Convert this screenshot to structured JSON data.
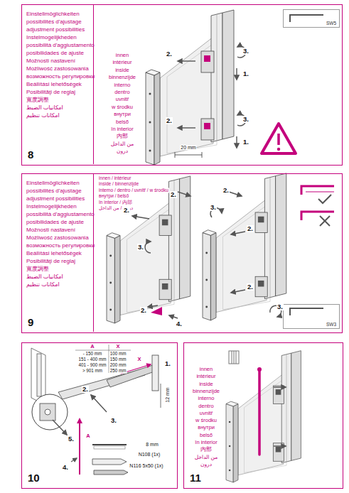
{
  "diagram": {
    "nodes": [
      {
        "text": [
          "8"
        ]
      },
      {
        "text": [
          "Einstellmöglichkeiten",
          "possibilités d'ajustage",
          "adjustment possibilities",
          "Instelmogelijkheden",
          "possibilità d'aggiustamento",
          "posibilidades de ajuste",
          "Možnosti nastavení",
          "Możliwość zastosowania",
          "возможность регулировки",
          "Beállítási lehetőségek",
          "Posibilităţi de reglaj",
          "寬度調整",
          "امکانیات الضبط",
          "امکانات تنظیم"
        ],
        "in": 0
      },
      {
        "text": [
          "SW5"
        ],
        "in": 0
      },
      {
        "text": [
          "9"
        ]
      },
      {
        "text": [
          "Einstellmöglichkeiten",
          "possibilités d'ajustage",
          "adjustment possibilities",
          "Instelmogelijkheden",
          "possibilità d'aggiustamento",
          "posibilidades de ajuste",
          "Možnosti nastavení",
          "Możliwość zastosowania",
          "возможность регулировки",
          "Beállítási lehetőségek",
          "Posibilităţi de reglaj",
          "寬度調整",
          "امکانیات الضبط",
          "امکانات تنظیم"
        ],
        "in": 3
      },
      {
        "text": [
          "SW3"
        ],
        "in": 3
      },
      {
        "text": [
          "10"
        ]
      },
      {
        "text": [
          "11"
        ]
      }
    ],
    "labels": [
      "innen",
      "intérieur",
      "inside",
      "binnenzijde",
      "interno",
      "dentro",
      "uvnitř",
      "w środku",
      "внутри",
      "belső",
      "în interior",
      "内部",
      "من الداخل",
      "درون",
      "3.",
      "2.",
      "1.",
      "2.",
      "3.",
      "1.",
      "20 mm",
      "innen / intérieur",
      "inside / binnenzijde",
      "interno / dentro / uvnitř / w środku",
      "внутри / belső",
      "în interior / 内部",
      "درون / من الداخل",
      "2.",
      "2.",
      "3.",
      "2.",
      "4.",
      "2.",
      "3.",
      "2.",
      "2.",
      "3.",
      "A",
      "X",
      "- 150 mm",
      "100 mm",
      "151 - 400 mm",
      "150 mm",
      "401 - 900 mm",
      "200 mm",
      "> 901 mm",
      "250 mm",
      "1.",
      "X",
      "12 mm",
      "2.",
      "5.",
      "3.",
      "4.",
      "A",
      "8 mm",
      "N108 (1x)",
      "N116 5x50 (1x)",
      "innen",
      "intérieur",
      "inside",
      "binnenzijde",
      "interno",
      "dentro",
      "uvnitř",
      "w środku",
      "внутри",
      "belső",
      "în interior",
      "内部",
      "من الداخل",
      "درون"
    ]
  }
}
